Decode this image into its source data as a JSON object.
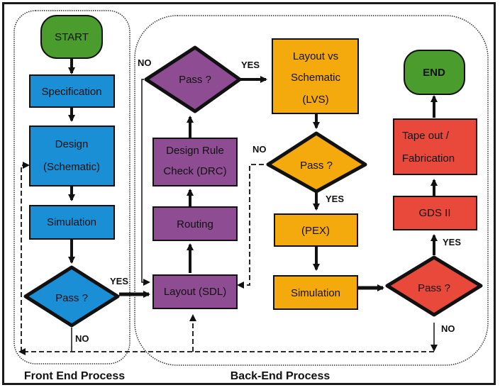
{
  "colors": {
    "blue": "#1b8fd6",
    "purple": "#8e4c93",
    "orange": "#f4a90c",
    "red": "#e8493a",
    "green": "#4a9c2c",
    "stroke": "#111111"
  },
  "groups": {
    "front_end": "Front End Process",
    "back_end": "Back-End Process"
  },
  "nodes": {
    "start": "START",
    "specification": "Specification",
    "design_l1": "Design",
    "design_l2": "(Schematic)",
    "simulation_fe": "Simulation",
    "pass_fe": "Pass ?",
    "layout_sdl": "Layout (SDL)",
    "routing": "Routing",
    "drc_l1": "Design Rule",
    "drc_l2": "Check (DRC)",
    "pass_drc": "Pass ?",
    "lvs_l1": "Layout vs",
    "lvs_l2": "Schematic",
    "lvs_l3": "(LVS)",
    "pass_lvs": "Pass ?",
    "pex": "(PEX)",
    "simulation_be": "Simulation",
    "pass_be": "Pass ?",
    "gds": "GDS II",
    "tapeout_l1": "Tape out /",
    "tapeout_l2": "Fabrication",
    "end": "END"
  },
  "edge_labels": {
    "yes": "YES",
    "no": "NO"
  }
}
